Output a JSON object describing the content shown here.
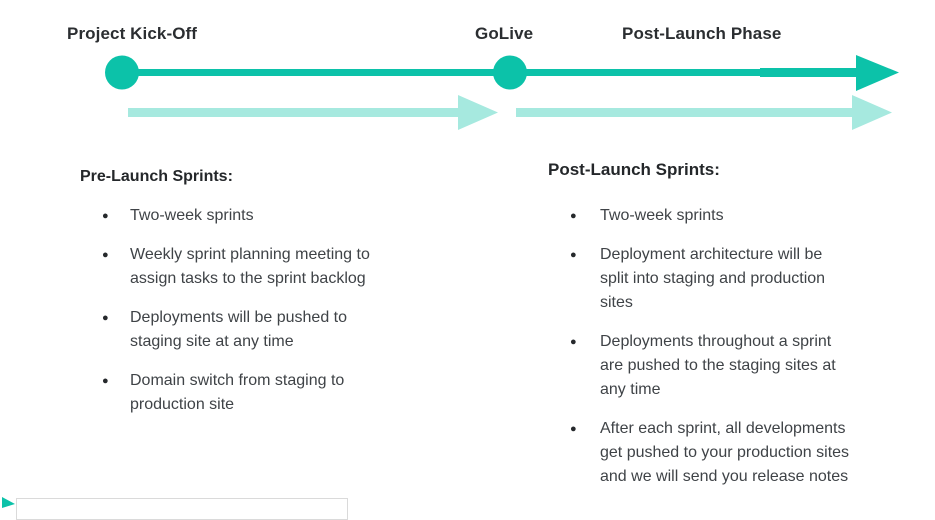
{
  "colors": {
    "teal_dark": "#0cc2a9",
    "teal_light": "#a6e9df",
    "box_border": "#dadada"
  },
  "bullet_glyph": "●",
  "timeline": {
    "milestones": [
      {
        "label": "Project Kick-Off"
      },
      {
        "label": "GoLive"
      },
      {
        "label": "Post-Launch Phase"
      }
    ]
  },
  "sections": {
    "pre_launch": {
      "heading": "Pre-Launch Sprints:",
      "bullets": [
        [
          "Two-week sprints"
        ],
        [
          "Weekly sprint planning meeting to",
          "assign tasks to the sprint backlog"
        ],
        [
          "Deployments will be pushed to",
          "staging site at any time"
        ],
        [
          "Domain switch from staging to",
          "production site"
        ]
      ]
    },
    "post_launch": {
      "heading": "Post-Launch Sprints:",
      "bullets": [
        [
          "Two-week sprints"
        ],
        [
          "Deployment architecture will be",
          "split into staging and production",
          "sites"
        ],
        [
          "Deployments throughout a sprint",
          "are pushed to the staging sites at",
          "any time"
        ],
        [
          "After each sprint, all developments",
          "get pushed to your production sites",
          "and we will send you release notes"
        ]
      ]
    }
  }
}
